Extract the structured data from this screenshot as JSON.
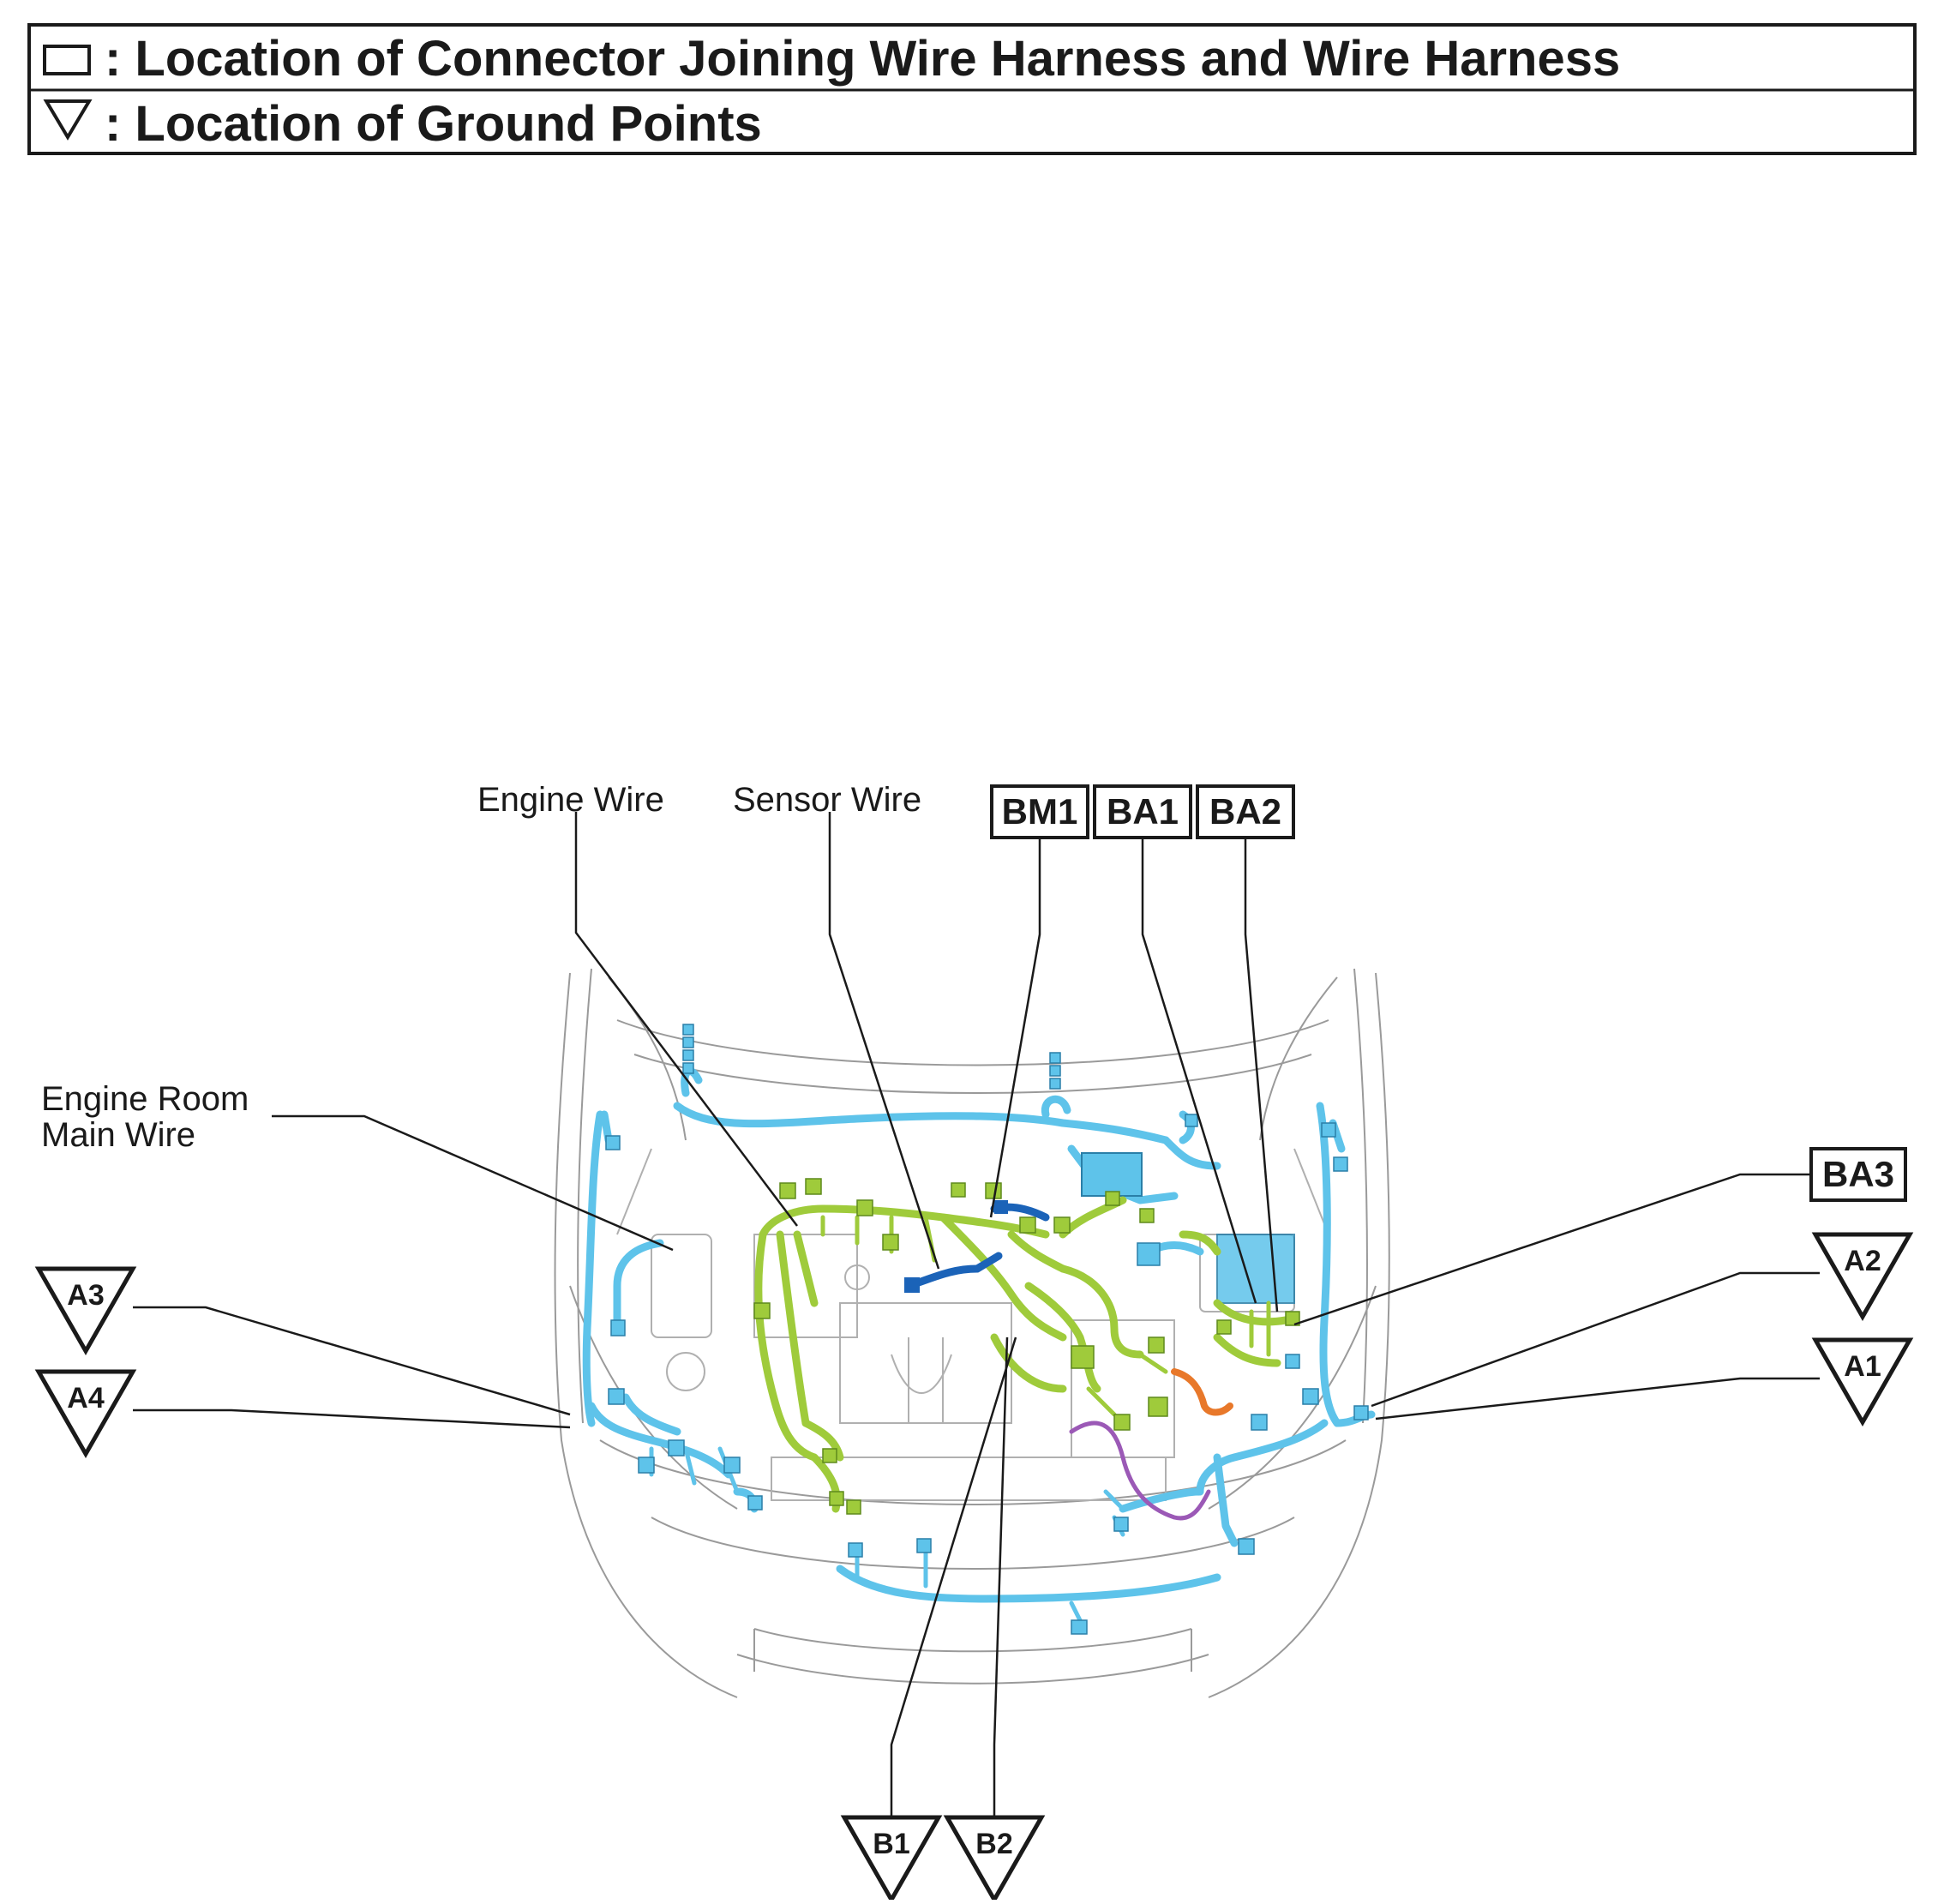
{
  "legend": {
    "connector_text": ": Location of Connector Joining Wire Harness and Wire Harness",
    "ground_text": ": Location of Ground Points"
  },
  "wire_labels": {
    "engine_wire": "Engine Wire",
    "sensor_wire": "Sensor Wire",
    "engine_room_main_wire_line1": "Engine Room",
    "engine_room_main_wire_line2": "Main Wire"
  },
  "connectors": {
    "bm1": "BM1",
    "ba1": "BA1",
    "ba2": "BA2",
    "ba3": "BA3"
  },
  "ground_points": {
    "a1": "A1",
    "a2": "A2",
    "a3": "A3",
    "a4": "A4",
    "b1": "B1",
    "b2": "B2"
  },
  "colors": {
    "engine_room_main_wire": "#5ec3ea",
    "engine_wire": "#9fcb3b",
    "sensor_wire": "#1b63b8",
    "orange_harness": "#e8782a",
    "purple_harness": "#9b59b6"
  }
}
